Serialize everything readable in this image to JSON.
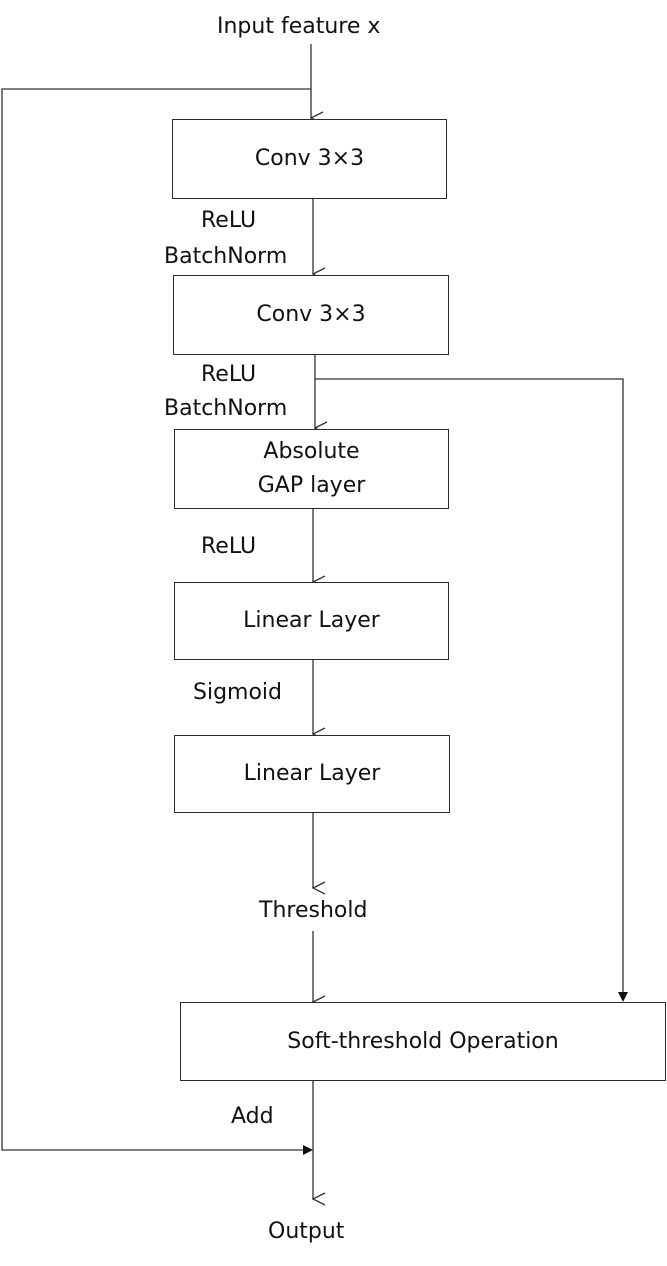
{
  "input": "Input feature x",
  "nodes": {
    "conv1": "Conv 3×3",
    "conv2": "Conv 3×3",
    "gap_line1": "Absolute",
    "gap_line2": "GAP layer",
    "linear1": "Linear Layer",
    "linear2": "Linear Layer",
    "soft": "Soft-threshold Operation"
  },
  "edge_labels": {
    "relu1": "ReLU",
    "bn1": "BatchNorm",
    "relu2": "ReLU",
    "bn2": "BatchNorm",
    "relu3": "ReLU",
    "sigmoid": "Sigmoid",
    "threshold": "Threshold",
    "add": "Add"
  },
  "output": "Output"
}
